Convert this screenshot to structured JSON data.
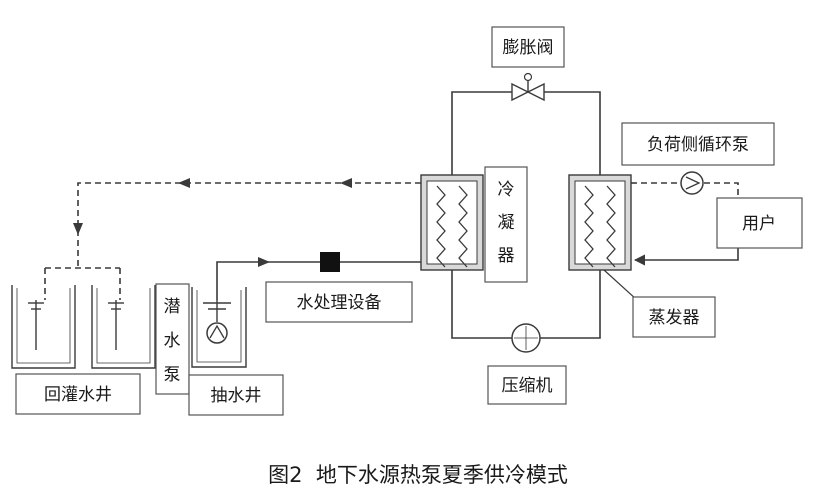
{
  "labels": {
    "expansion_valve": "膨胀阀",
    "load_pump": "负荷侧循环泵",
    "user": "用户",
    "evaporator": "蒸发器",
    "compressor": "压缩机",
    "condenser": [
      "冷",
      "凝",
      "器"
    ],
    "water_treatment": "水处理设备",
    "submersible_pump": [
      "潜",
      "水",
      "泵"
    ],
    "pumping_well": "抽水井",
    "recharge_well": "回灌水井"
  },
  "caption": "图2  地下水源热泵夏季供冷模式",
  "colors": {
    "line": "#3a3a3a",
    "box_border": "#555555",
    "fill_dark": "#111111",
    "hx_fill": "#d9d9d9"
  }
}
